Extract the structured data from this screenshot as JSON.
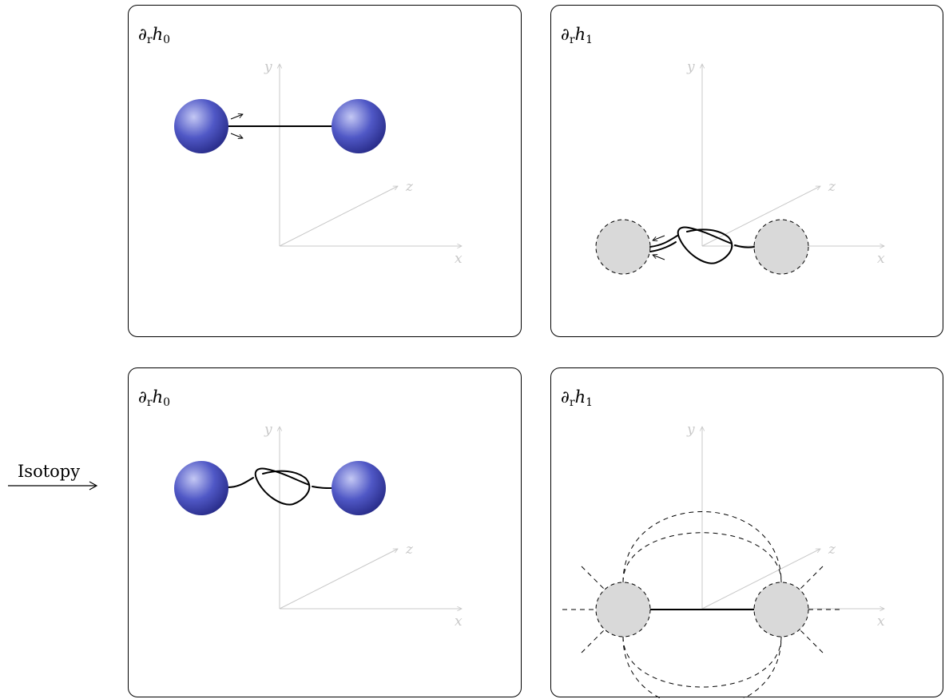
{
  "panels": [
    {
      "label": "∂rh0",
      "label_parts": {
        "main": "∂",
        "sub": "r",
        "var": "h",
        "idx": "0"
      }
    },
    {
      "label": "∂rh1",
      "label_parts": {
        "main": "∂",
        "sub": "r",
        "var": "h",
        "idx": "1"
      }
    },
    {
      "label": "∂rh0",
      "label_parts": {
        "main": "∂",
        "sub": "r",
        "var": "h",
        "idx": "0"
      }
    },
    {
      "label": "∂rh1",
      "label_parts": {
        "main": "∂",
        "sub": "r",
        "var": "h",
        "idx": "1"
      }
    }
  ],
  "axes": {
    "x": "x",
    "y": "y",
    "z": "z"
  },
  "transition": {
    "label": "Isotopy"
  },
  "colors": {
    "sphere_light": "#b8bcef",
    "sphere_mid": "#4e55c4",
    "sphere_dark": "#2a2e8c",
    "hole_fill": "#d9d9d9",
    "axis": "#c8c8c8",
    "frame": "#000000"
  }
}
